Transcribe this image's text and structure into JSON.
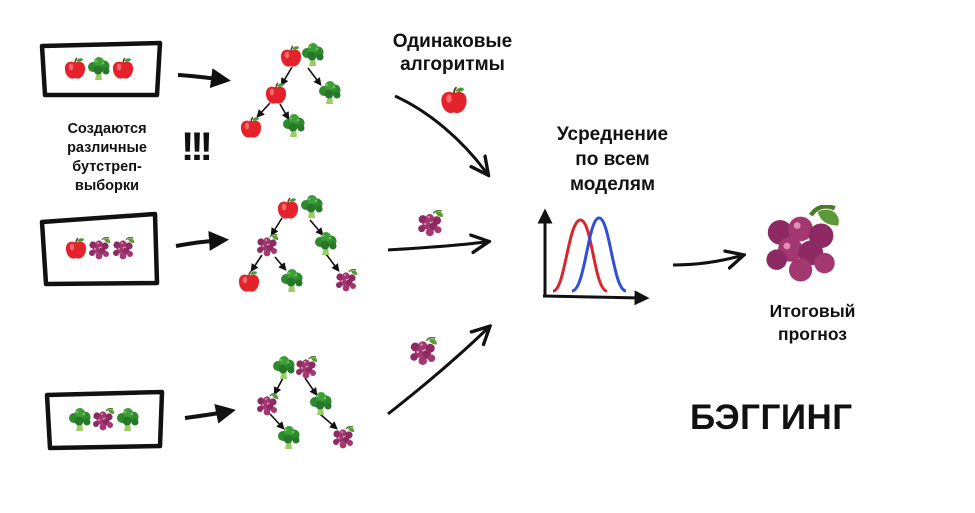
{
  "labels": {
    "bootstrap": "Создаются\nразличные\nбутстреп-\nвыборки",
    "exclamation": "!!!",
    "same_algorithms": "Одинаковые\nалгоритмы",
    "averaging": "Усреднение\nпо всем\nмоделям",
    "final_forecast": "Итоговый\nпрогноз",
    "title": "БЭГГИНГ"
  },
  "samples": [
    {
      "items": [
        "apple-icon",
        "broccoli-icon",
        "apple-icon"
      ]
    },
    {
      "items": [
        "apple-icon",
        "grapes-icon",
        "grapes-icon"
      ]
    },
    {
      "items": [
        "broccoli-icon",
        "grapes-icon",
        "broccoli-icon"
      ]
    }
  ],
  "trees": [
    {
      "root": [
        "apple-icon",
        "broccoli-icon"
      ],
      "nodes": [
        "apple-icon",
        "broccoli-icon",
        "apple-icon",
        "broccoli-icon"
      ]
    },
    {
      "root": [
        "apple-icon",
        "broccoli-icon"
      ],
      "nodes": [
        "grapes-icon",
        "broccoli-icon",
        "apple-icon",
        "broccoli-icon",
        "grapes-icon"
      ]
    },
    {
      "root": [
        "broccoli-icon",
        "grapes-icon"
      ],
      "nodes": [
        "grapes-icon",
        "broccoli-icon",
        "broccoli-icon",
        "grapes-icon"
      ]
    }
  ],
  "predictions": [
    "apple-icon",
    "grapes-icon",
    "grapes-icon"
  ],
  "final_prediction": "grapes-icon",
  "colors": {
    "ink": "#111111",
    "apple": "#e3222b",
    "broccoli": "#2f8a2d",
    "grapes": "#8e2a63",
    "curve_red": "#d8262c",
    "curve_blue": "#2f4fd6"
  }
}
